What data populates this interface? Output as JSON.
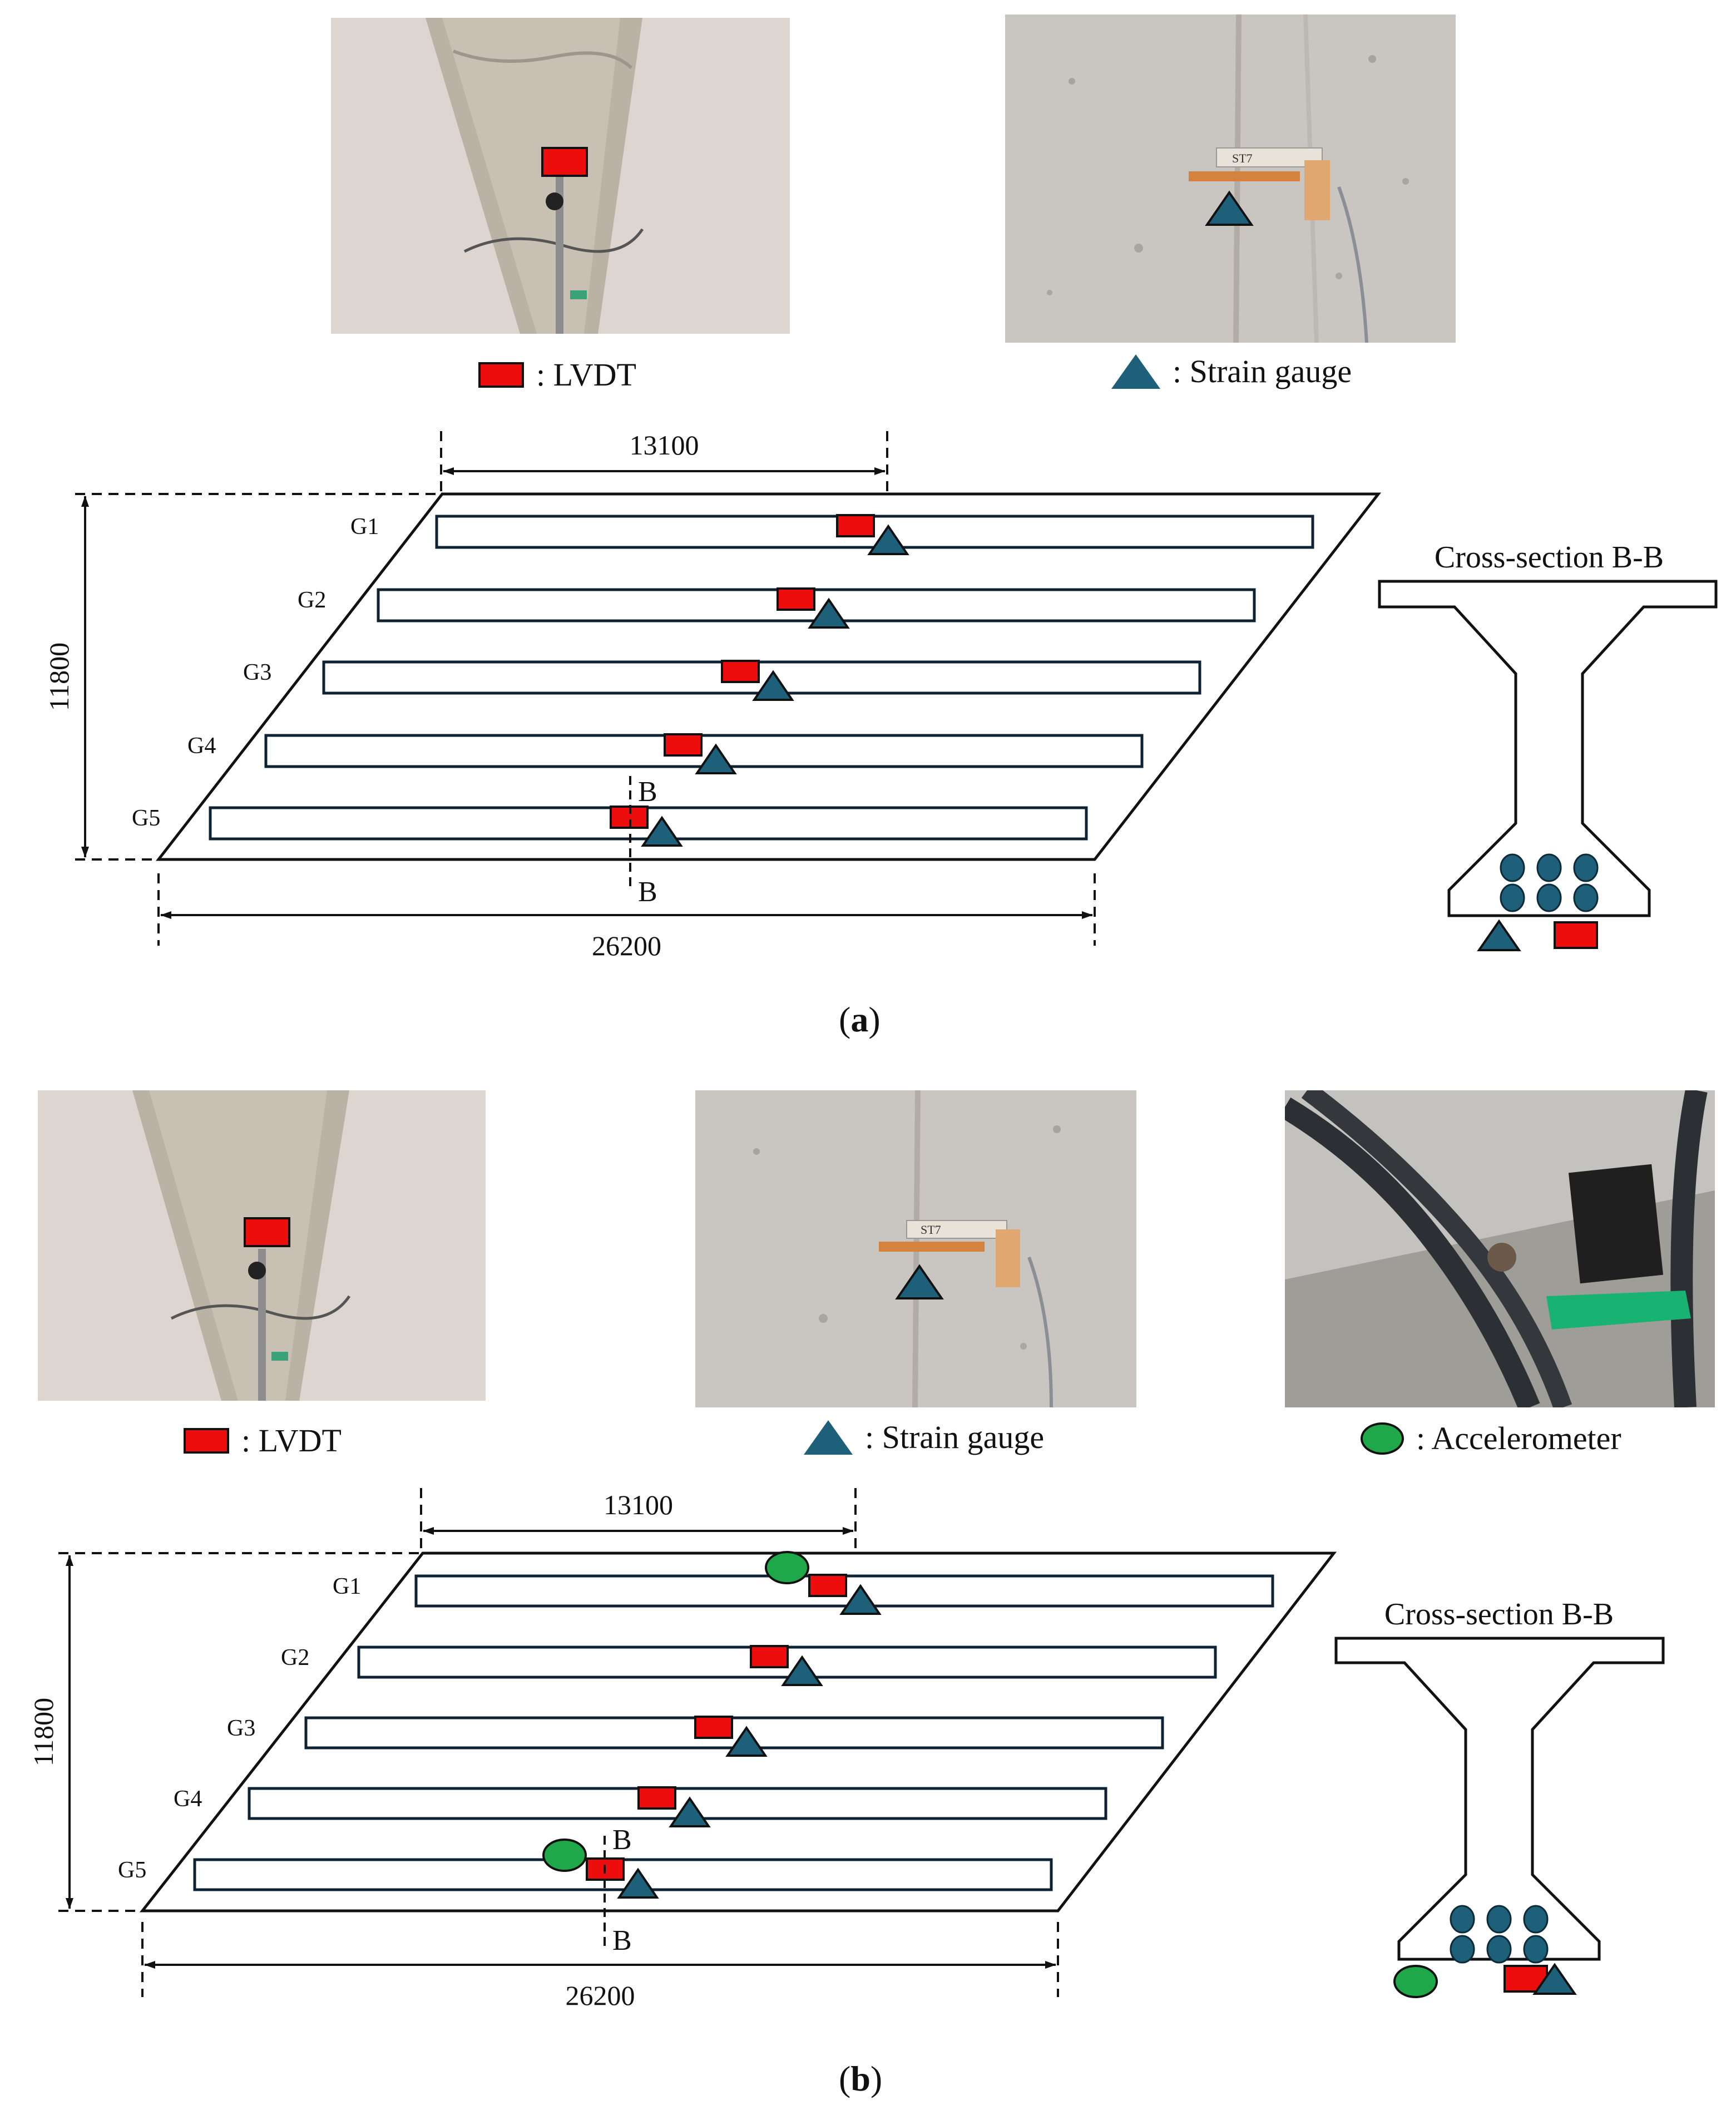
{
  "panels": [
    {
      "id": "a",
      "caption_label": "a",
      "legend": {
        "lvdt": ": LVDT",
        "strain": ": Strain gauge"
      },
      "photo_gauge_tag": "ST7",
      "dims": {
        "top": "13100",
        "left": "11800",
        "bottom": "26200"
      },
      "girders": [
        "G1",
        "G2",
        "G3",
        "G4",
        "G5"
      ],
      "section_marks": {
        "top": "B",
        "bottom": "B"
      },
      "cross_section_title": "Cross-section B-B"
    },
    {
      "id": "b",
      "caption_label": "b",
      "legend": {
        "lvdt": ": LVDT",
        "strain": ": Strain gauge",
        "accel": ": Accelerometer"
      },
      "photo_gauge_tag": "ST7",
      "dims": {
        "top": "13100",
        "left": "11800",
        "bottom": "26200"
      },
      "girders": [
        "G1",
        "G2",
        "G3",
        "G4",
        "G5"
      ],
      "section_marks": {
        "top": "B",
        "bottom": "B"
      },
      "cross_section_title": "Cross-section B-B"
    }
  ],
  "colors": {
    "lvdt": "#ee0d0d",
    "strain_gauge": "#1e5f7a",
    "accelerometer": "#1ea84a",
    "outline": "#0e2233"
  }
}
